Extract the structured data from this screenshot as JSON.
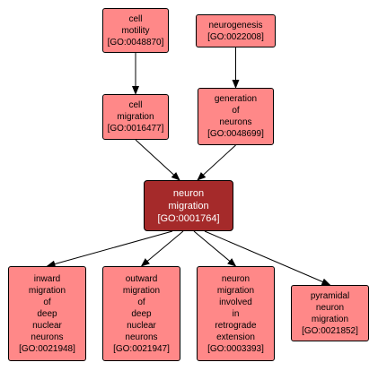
{
  "colors": {
    "node_fill": "#ff8888",
    "focus_fill": "#a52a2a",
    "border": "#000000",
    "edge": "#000000",
    "focus_text": "#ffffff"
  },
  "nodes": {
    "cell_motility": {
      "lines": [
        "cell",
        "motility",
        "[GO:0048870]"
      ]
    },
    "neurogenesis": {
      "lines": [
        "neurogenesis",
        "[GO:0022008]"
      ]
    },
    "cell_migration": {
      "lines": [
        "cell",
        "migration",
        "[GO:0016477]"
      ]
    },
    "generation_of_neurons": {
      "lines": [
        "generation",
        "of",
        "neurons",
        "[GO:0048699]"
      ]
    },
    "neuron_migration": {
      "lines": [
        "neuron",
        "migration",
        "[GO:0001764]"
      ]
    },
    "inward_migration": {
      "lines": [
        "inward",
        "migration",
        "of",
        "deep",
        "nuclear",
        "neurons",
        "[GO:0021948]"
      ]
    },
    "outward_migration": {
      "lines": [
        "outward",
        "migration",
        "of",
        "deep",
        "nuclear",
        "neurons",
        "[GO:0021947]"
      ]
    },
    "retrograde_extension": {
      "lines": [
        "neuron",
        "migration",
        "involved",
        "in",
        "retrograde",
        "extension",
        "[GO:0003393]"
      ]
    },
    "pyramidal_migration": {
      "lines": [
        "pyramidal",
        "neuron",
        "migration",
        "[GO:0021852]"
      ]
    }
  },
  "edges": [
    {
      "from": "cell_motility",
      "to": "cell_migration"
    },
    {
      "from": "neurogenesis",
      "to": "generation_of_neurons"
    },
    {
      "from": "cell_migration",
      "to": "neuron_migration"
    },
    {
      "from": "generation_of_neurons",
      "to": "neuron_migration"
    },
    {
      "from": "neuron_migration",
      "to": "inward_migration"
    },
    {
      "from": "neuron_migration",
      "to": "outward_migration"
    },
    {
      "from": "neuron_migration",
      "to": "retrograde_extension"
    },
    {
      "from": "neuron_migration",
      "to": "pyramidal_migration"
    }
  ]
}
